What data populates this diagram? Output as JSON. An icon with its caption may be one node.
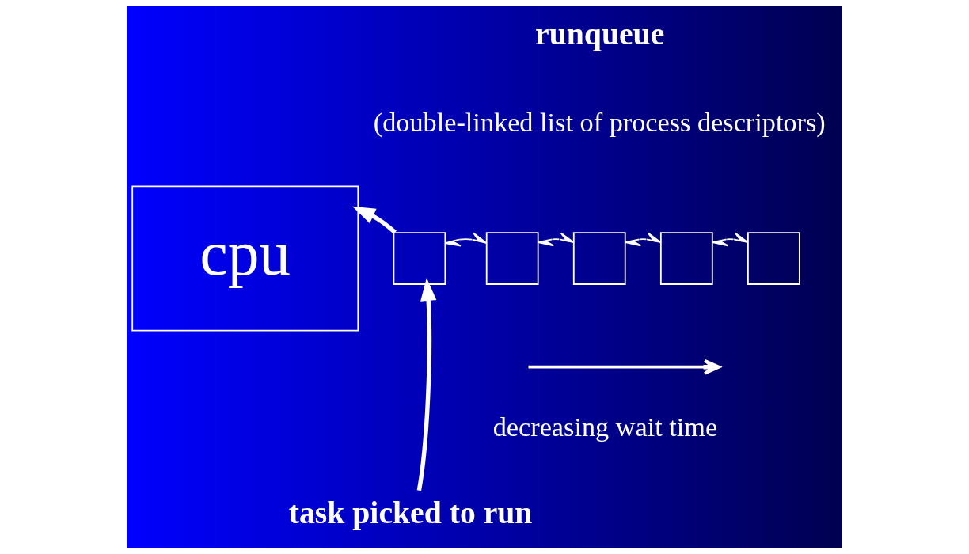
{
  "diagram": {
    "nodes": [
      {
        "text": [
          "cpu"
        ]
      },
      {
        "text": [],
        "shape": "box"
      },
      {
        "text": [],
        "shape": "box"
      },
      {
        "text": [],
        "shape": "box"
      },
      {
        "text": [],
        "shape": "box"
      },
      {
        "text": [],
        "shape": "box"
      },
      {
        "text": [
          "task picked to run"
        ]
      }
    ],
    "edges": [
      {
        "from": 1,
        "to": 0,
        "arrow": "to",
        "style": "thick"
      },
      {
        "from": 1,
        "to": 2,
        "arrow": "both"
      },
      {
        "from": 2,
        "to": 3,
        "arrow": "both"
      },
      {
        "from": 3,
        "to": 4,
        "arrow": "both"
      },
      {
        "from": 4,
        "to": 5,
        "arrow": "both"
      },
      {
        "from": 6,
        "to": 1,
        "arrow": "to",
        "style": "thick"
      }
    ],
    "labels": [
      "runqueue",
      "(double-linked list of process descriptors)",
      "decreasing wait time"
    ]
  }
}
